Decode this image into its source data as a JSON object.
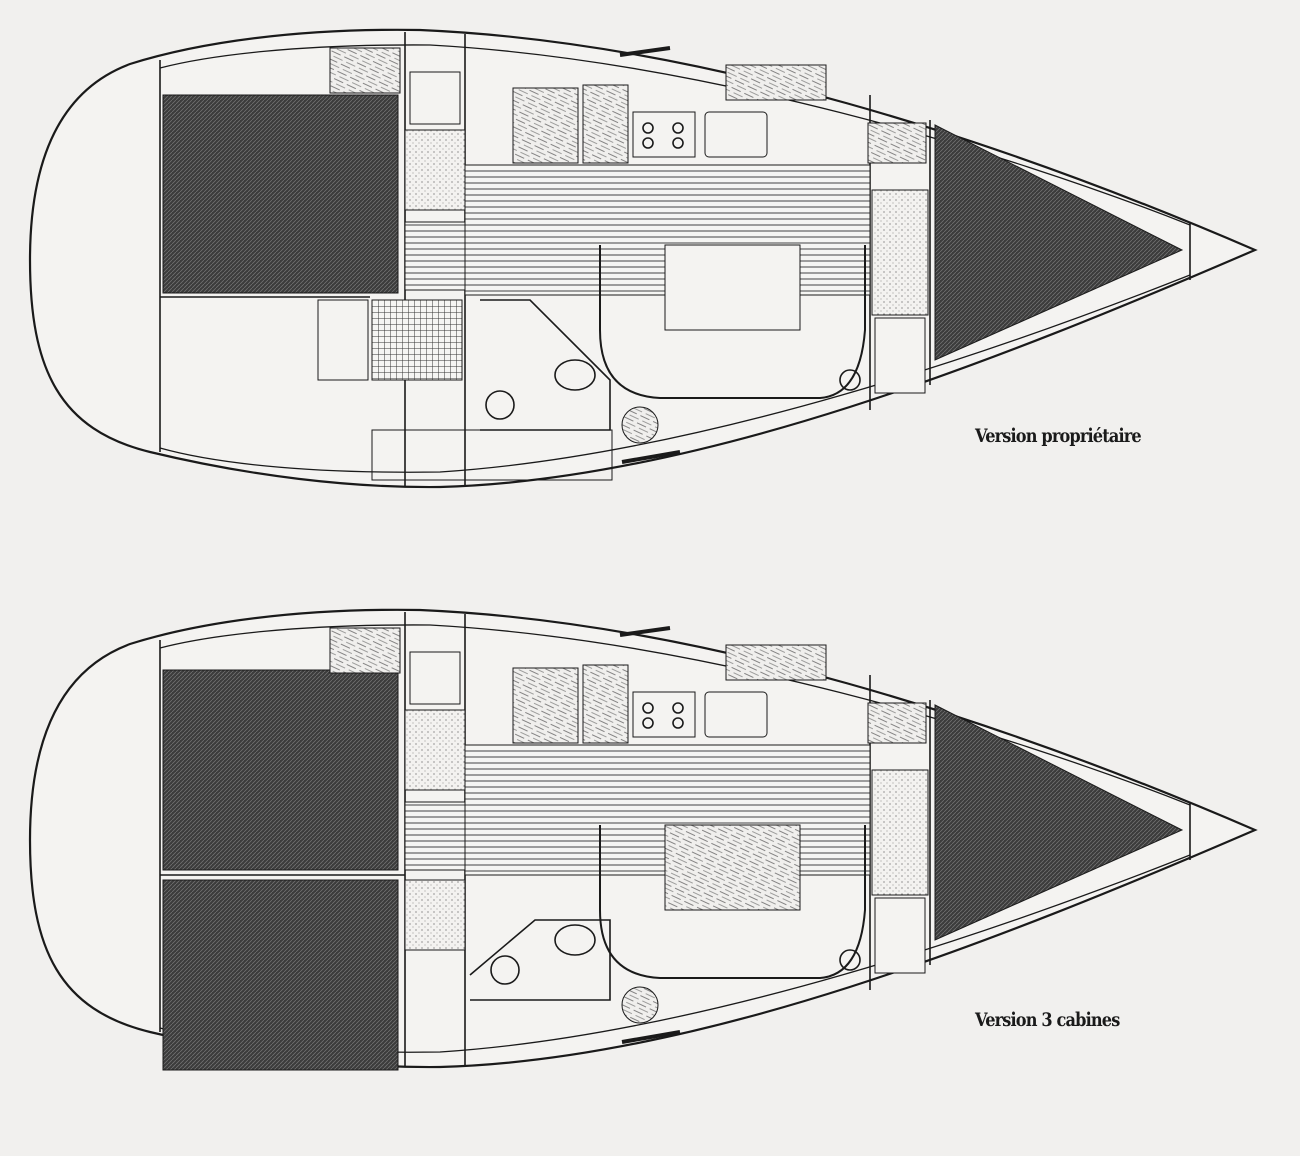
{
  "plans": [
    {
      "label": "Version propriétaire",
      "variant": "owner"
    },
    {
      "label": "Version 3 cabines",
      "variant": "three-cabin"
    }
  ],
  "colors": {
    "ink": "#1a1a1a",
    "berth": "#3a3a3a",
    "paper": "#f1f0ee"
  }
}
